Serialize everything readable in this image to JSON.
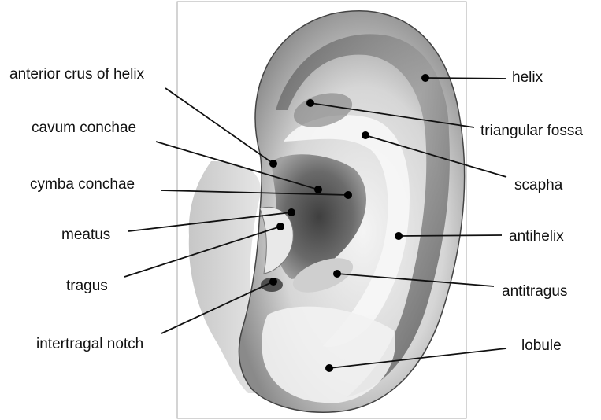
{
  "labels": {
    "anterior_crus_of_helix": "anterior crus of helix",
    "cavum_conchae": "cavum conchae",
    "cymba_conchae": "cymba conchae",
    "meatus": "meatus",
    "tragus": "tragus",
    "intertragal_notch": "intertragal notch",
    "helix": "helix",
    "triangular_fossa": "triangular fossa",
    "scapha": "scapha",
    "antihelix": "antihelix",
    "antitragus": "antitragus",
    "lobule": "lobule"
  }
}
